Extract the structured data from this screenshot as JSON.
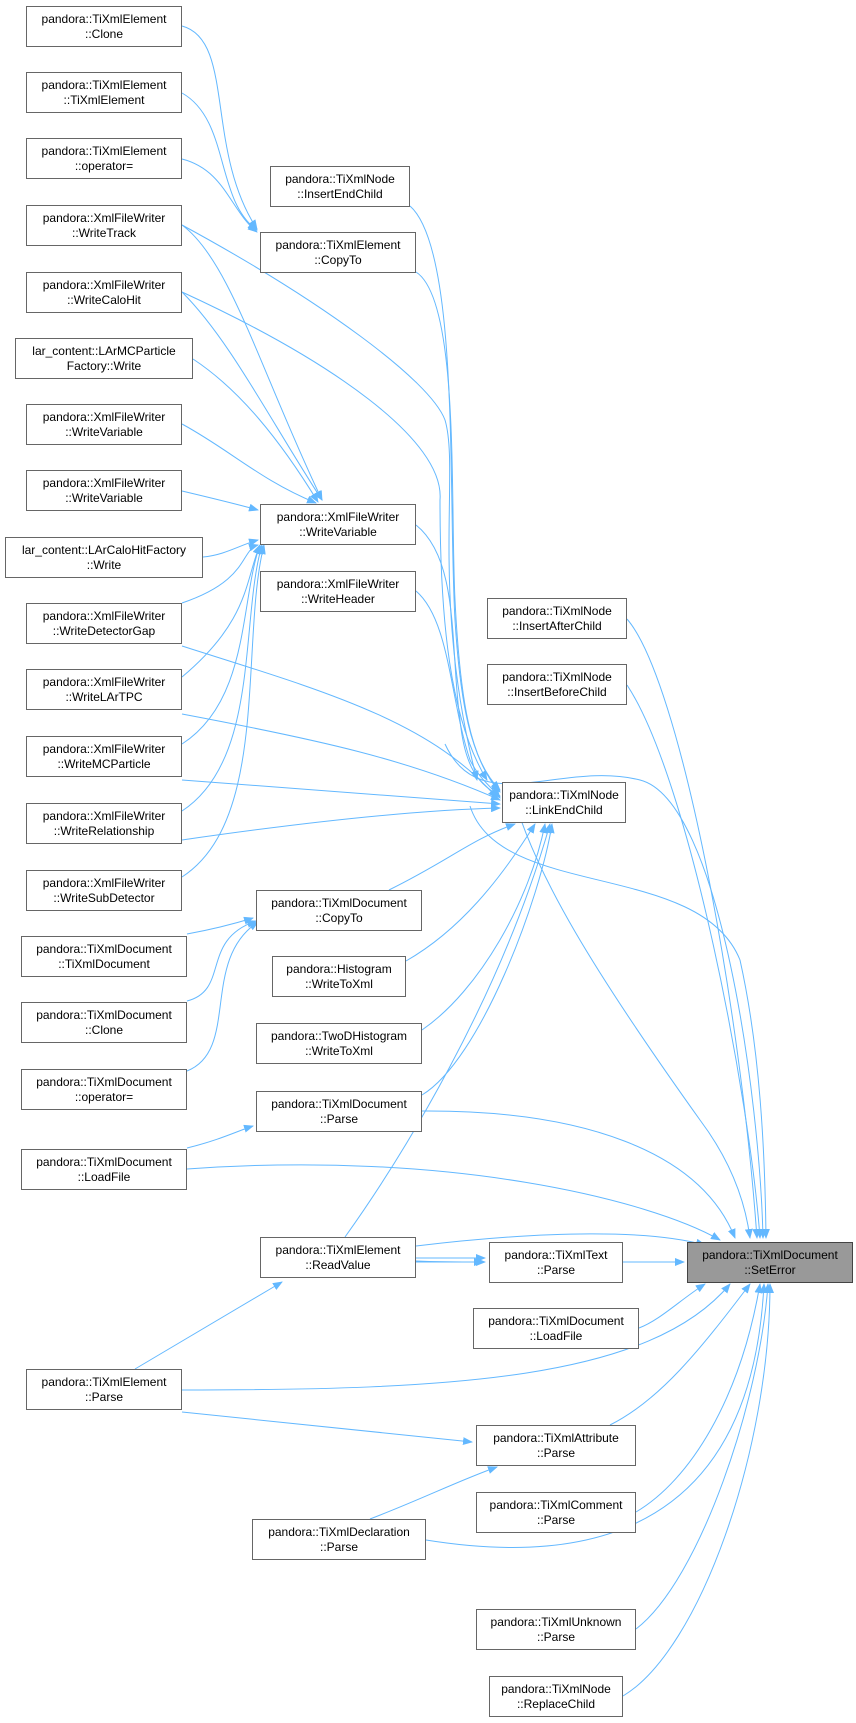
{
  "graph": {
    "edge_color": "#63b8ff",
    "nodes": {
      "clone_el": [
        "pandora::TiXmlElement",
        "::Clone"
      ],
      "tixmlel": [
        "pandora::TiXmlElement",
        "::TiXmlElement"
      ],
      "op_el": [
        "pandora::TiXmlElement",
        "::operator="
      ],
      "writetrack": [
        "pandora::XmlFileWriter",
        "::WriteTrack"
      ],
      "writecalohit": [
        "pandora::XmlFileWriter",
        "::WriteCaloHit"
      ],
      "lar_mcp": [
        "lar_content::LArMCParticle",
        "Factory::Write"
      ],
      "wv1": [
        "pandora::XmlFileWriter",
        "::WriteVariable"
      ],
      "wv2": [
        "pandora::XmlFileWriter",
        "::WriteVariable"
      ],
      "lar_calo": [
        "lar_content::LArCaloHitFactory",
        "::Write"
      ],
      "wdetgap": [
        "pandora::XmlFileWriter",
        "::WriteDetectorGap"
      ],
      "wlartpc": [
        "pandora::XmlFileWriter",
        "::WriteLArTPC"
      ],
      "wmcp": [
        "pandora::XmlFileWriter",
        "::WriteMCParticle"
      ],
      "wrel": [
        "pandora::XmlFileWriter",
        "::WriteRelationship"
      ],
      "wsubdet": [
        "pandora::XmlFileWriter",
        "::WriteSubDetector"
      ],
      "tixmldoc": [
        "pandora::TiXmlDocument",
        "::TiXmlDocument"
      ],
      "clone_doc": [
        "pandora::TiXmlDocument",
        "::Clone"
      ],
      "op_doc": [
        "pandora::TiXmlDocument",
        "::operator="
      ],
      "loadfile_l": [
        "pandora::TiXmlDocument",
        "::LoadFile"
      ],
      "el_parse": [
        "pandora::TiXmlElement",
        "::Parse"
      ],
      "decl_parse": [
        "pandora::TiXmlDeclaration",
        "::Parse"
      ],
      "insertend": [
        "pandora::TiXmlNode",
        "::InsertEndChild"
      ],
      "copyto_el": [
        "pandora::TiXmlElement",
        "::CopyTo"
      ],
      "writevar": [
        "pandora::XmlFileWriter",
        "::WriteVariable"
      ],
      "writeheader": [
        "pandora::XmlFileWriter",
        "::WriteHeader"
      ],
      "copyto_doc": [
        "pandora::TiXmlDocument",
        "::CopyTo"
      ],
      "histo": [
        "pandora::Histogram",
        "::WriteToXml"
      ],
      "twodhisto": [
        "pandora::TwoDHistogram",
        "::WriteToXml"
      ],
      "doc_parse": [
        "pandora::TiXmlDocument",
        "::Parse"
      ],
      "readvalue": [
        "pandora::TiXmlElement",
        "::ReadValue"
      ],
      "insertafter": [
        "pandora::TiXmlNode",
        "::InsertAfterChild"
      ],
      "insertbefore": [
        "pandora::TiXmlNode",
        "::InsertBeforeChild"
      ],
      "linkend": [
        "pandora::TiXmlNode",
        "::LinkEndChild"
      ],
      "text_parse": [
        "pandora::TiXmlText",
        "::Parse"
      ],
      "loadfile_m": [
        "pandora::TiXmlDocument",
        "::LoadFile"
      ],
      "attr_parse": [
        "pandora::TiXmlAttribute",
        "::Parse"
      ],
      "comment_parse": [
        "pandora::TiXmlComment",
        "::Parse"
      ],
      "unknown_parse": [
        "pandora::TiXmlUnknown",
        "::Parse"
      ],
      "replace": [
        "pandora::TiXmlNode",
        "::ReplaceChild"
      ],
      "seterror": [
        "pandora::TiXmlDocument",
        "::SetError"
      ]
    }
  }
}
